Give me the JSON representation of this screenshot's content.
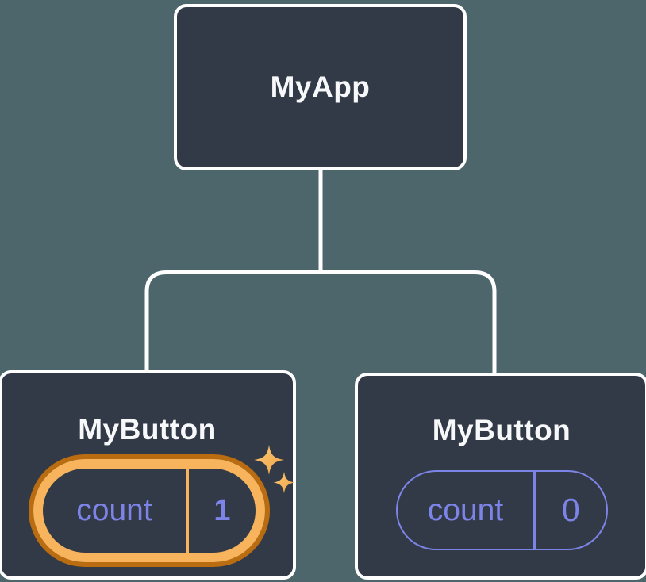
{
  "diagram": {
    "type": "component-tree",
    "root": {
      "label": "MyApp"
    },
    "children": [
      {
        "label": "MyButton",
        "state": {
          "label": "count",
          "value": "1"
        },
        "highlighted": true,
        "note": "state pill highlighted gold with sparkles"
      },
      {
        "label": "MyButton",
        "state": {
          "label": "count",
          "value": "0"
        },
        "highlighted": false
      }
    ]
  },
  "icons": {
    "sparkle": "four-point-star"
  },
  "colors": {
    "background": "#4d666c",
    "node_fill": "#333a47",
    "line": "#ffffff",
    "purple": "#7d84e8",
    "gold": "#f8b45c",
    "gold_dark": "#b96c10",
    "sparkle_light": "#fdc878",
    "sparkle_dark": "#f0a342",
    "title_text": "#f7f8fa"
  }
}
